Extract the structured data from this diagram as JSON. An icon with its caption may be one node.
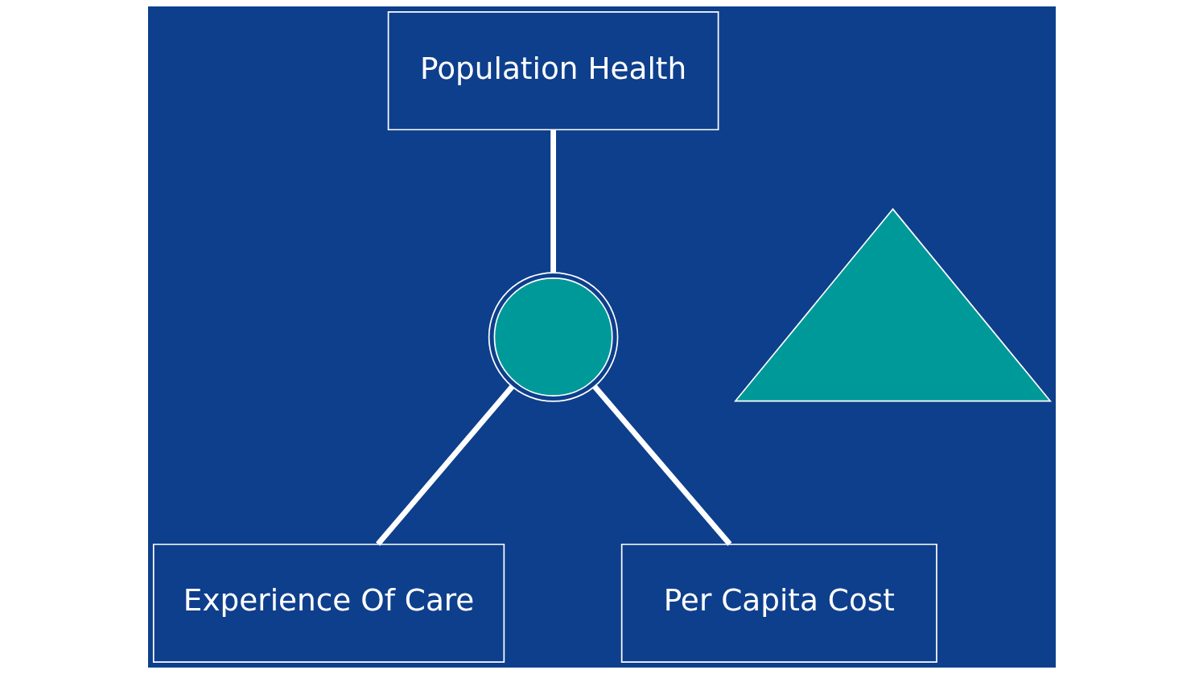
{
  "diagram": {
    "nodes": [
      {
        "text": [
          "Population Health"
        ]
      },
      {
        "text": [
          "Experience Of Care"
        ]
      },
      {
        "text": [
          "Per Capita Cost"
        ]
      },
      {
        "text": [],
        "shape": "triangle"
      },
      {
        "text": [],
        "shape": "ring"
      }
    ],
    "edges": [
      {
        "from": 4,
        "to": 0,
        "arrow": "none"
      },
      {
        "from": 4,
        "to": 1,
        "arrow": "none"
      },
      {
        "from": 4,
        "to": 2,
        "arrow": "none"
      }
    ]
  }
}
